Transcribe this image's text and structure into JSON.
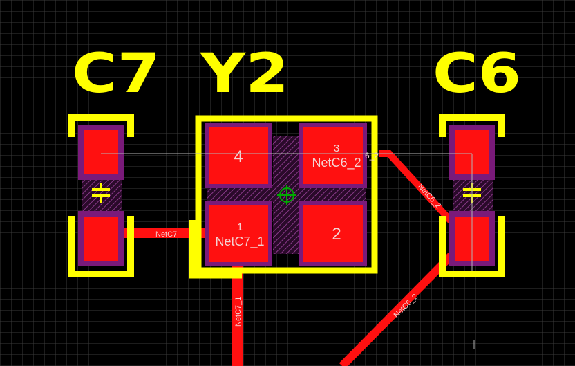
{
  "colors": {
    "background": "#000000",
    "grid": "#3a3a3a",
    "silkscreen": "#ffff00",
    "copper": "#ff0000",
    "solder_mask": "#7a1a7a",
    "ratsnest": "#b4b4b4",
    "origin": "#00aa00",
    "label": "#f4d2d2"
  },
  "components": {
    "c7": {
      "designator": "C7"
    },
    "y2": {
      "designator": "Y2"
    },
    "c6": {
      "designator": "C6"
    }
  },
  "pads": {
    "y2_pad1": {
      "number": "1",
      "net": "NetC7_1"
    },
    "y2_pad2": {
      "number": "2",
      "net": ""
    },
    "y2_pad3": {
      "number": "3",
      "net": "NetC6_2"
    },
    "y2_pad4": {
      "number": "4",
      "net": ""
    },
    "y2_pad3_overlap_text": "6_2"
  },
  "traces": {
    "netc7_horizontal": "NetC7",
    "netc7_1_vertical": "NetC7_1",
    "netc6_2_upper": "NetC6_2",
    "netc6_2_lower": "NetC6_2"
  },
  "icons": {
    "origin_marker": "crosshair-origin-icon",
    "capacitor_symbol": "capacitor-polarity-icon"
  }
}
